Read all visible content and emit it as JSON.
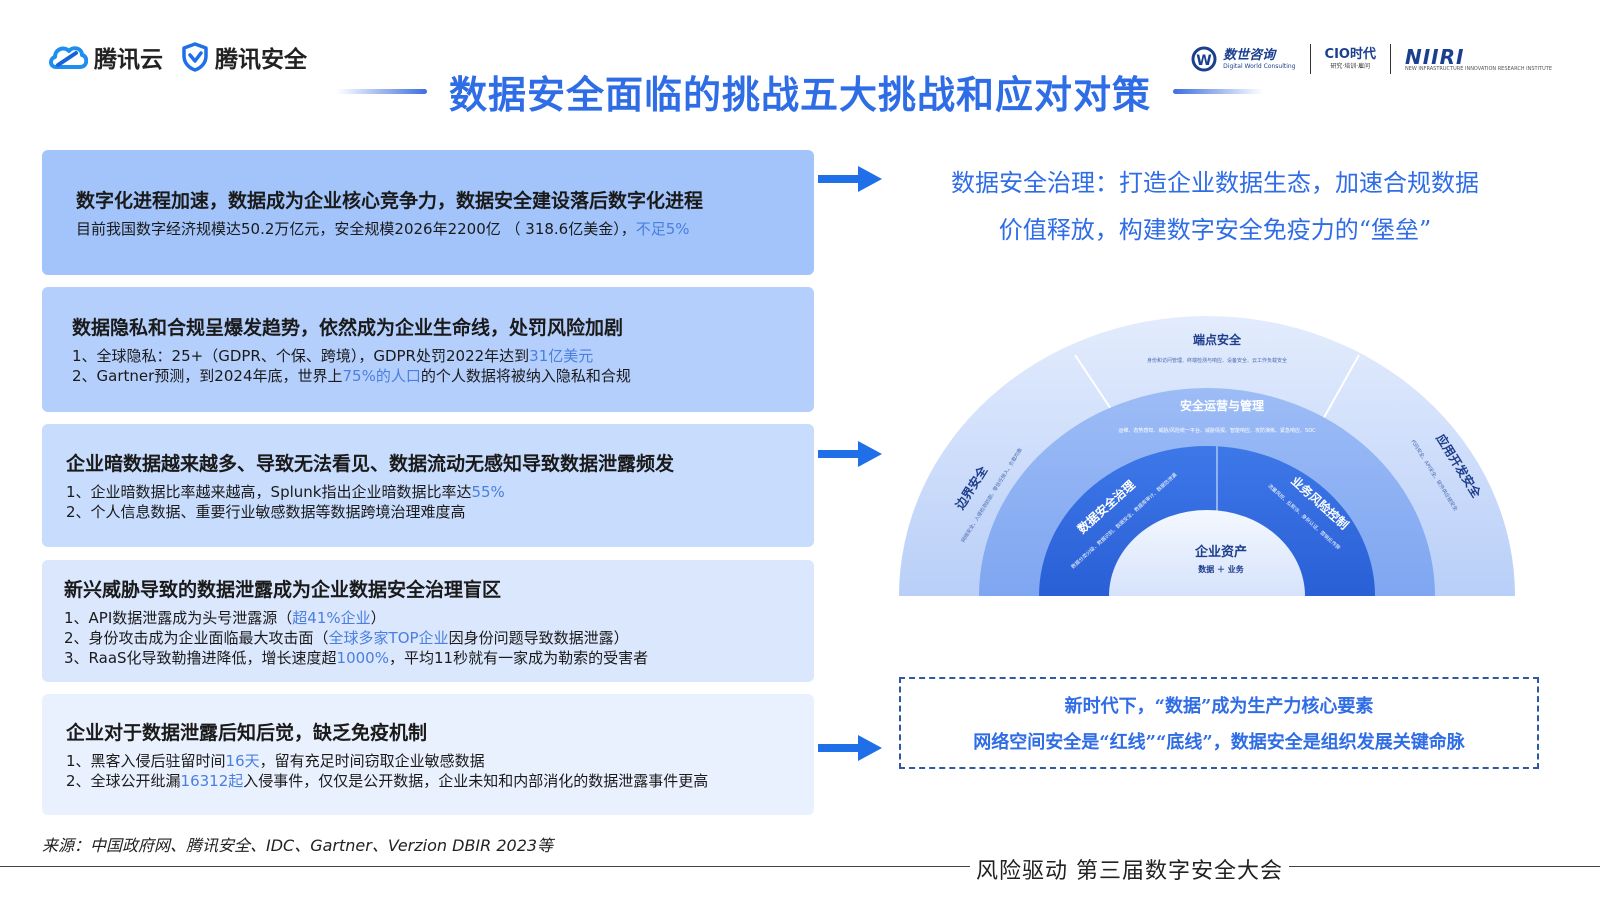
{
  "header": {
    "logos_left": [
      "腾讯云",
      "腾讯安全"
    ],
    "logos_right": {
      "dw_cn": "数世咨询",
      "dw_en": "Digital World Consulting",
      "cio_top": "CIO时代",
      "cio_bot": "研究·培训·雇问",
      "niiri_top": "NIIRI",
      "niiri_bot": "NEW INFRASTRUCTURE INNOVATION RESEARCH INSTITUTE"
    },
    "title": "数据安全面临的挑战五大挑战和应对对策"
  },
  "challenges": [
    {
      "title": "数字化进程加速，数据成为企业核心竞争力，数据安全建设落后数字化进程",
      "lines": [
        {
          "text": "目前我国数字经济规模达50.2万亿元，安全规模2026年2200亿 （ 318.6亿美金），",
          "hl": "不足5%",
          "tail": ""
        }
      ]
    },
    {
      "title": "数据隐私和合规呈爆发趋势，依然成为企业生命线，处罚风险加剧",
      "lines": [
        {
          "text": "1、全球隐私：25+（GDPR、个保、跨境），GDPR处罚2022年达到",
          "hl": "31亿美元",
          "tail": ""
        },
        {
          "text": "2、Gartner预测，到2024年底，世界上",
          "hl": "75%的人口",
          "tail": "的个人数据将被纳入隐私和合规"
        }
      ]
    },
    {
      "title": "企业暗数据越来越多、导致无法看见、数据流动无感知导致数据泄露频发",
      "lines": [
        {
          "text": "1、企业暗数据比率越来越高，Splunk指出企业暗数据比率达",
          "hl": "55%",
          "tail": ""
        },
        {
          "text": "2、个人信息数据、重要行业敏感数据等数据跨境治理难度高",
          "hl": "",
          "tail": ""
        }
      ]
    },
    {
      "title": "新兴威胁导致的数据泄露成为企业数据安全治理盲区",
      "lines": [
        {
          "text": "1、API数据泄露成为头号泄露源（",
          "hl": "超41%企业",
          "tail": "）"
        },
        {
          "text": "2、身份攻击成为企业面临最大攻击面（",
          "hl": "全球多家TOP企业",
          "tail": "因身份问题导致数据泄露）"
        },
        {
          "text": "3、RaaS化导致勒撸进降低，增长速度超",
          "hl": "1000%",
          "tail": "，平均11秒就有一家成为勒索的受害者"
        }
      ]
    },
    {
      "title": "企业对于数据泄露后知后觉，缺乏免疫机制",
      "lines": [
        {
          "text": "1、黑客入侵后驻留时间",
          "hl": "16天",
          "tail": "，留有充足时间窃取企业敏感数据"
        },
        {
          "text": "2、全球公开纰漏",
          "hl": "16312起",
          "tail": "入侵事件，仅仅是公开数据，企业未知和内部消化的数据泄露事件更高"
        }
      ]
    }
  ],
  "strategy": {
    "line1": "数据安全治理：打造企业数据生态，加速合规数据",
    "line2": "价值释放，构建数字安全免疫力的“堡垒”"
  },
  "diagram": {
    "outer_top": "端点安全",
    "outer_top_sub": "身份和访问管理、终端检测与响应、设备安全、云工作负载安全",
    "outer_left": "边界安全",
    "outer_left_sub": "网络安全、入侵检测防御、零信任接入、负载均衡",
    "outer_right": "应用开发安全",
    "outer_right_sub": "代码安全、API安全、软件供应链安全",
    "middle": "安全运营与管理",
    "middle_sub": "运维、态势感知、威胁/风险统一平台、威胁情报、智能响应、攻防演练、紧急响应、SOC",
    "inner_left": "数据安全治理",
    "inner_left_sub": "数据分类分级、数据识别、数据安全、数据库审计、数据防泄漏",
    "inner_right": "业务风险控制",
    "inner_right_sub": "流量风控、反欺诈、身份认证、营销反作弊",
    "core": "企业资产",
    "core_sub": "数据 ＋ 业务"
  },
  "conclusion": {
    "line1": "新时代下，“数据”成为生产力核心要素",
    "line2": "网络空间安全是“红线”“底线”，数据安全是组织发展关键命脉"
  },
  "source": "来源：中国政府网、腾讯安全、IDC、Gartner、Verzion DBIR 2023等",
  "footer": "风险驱动 第三届数字安全大会"
}
